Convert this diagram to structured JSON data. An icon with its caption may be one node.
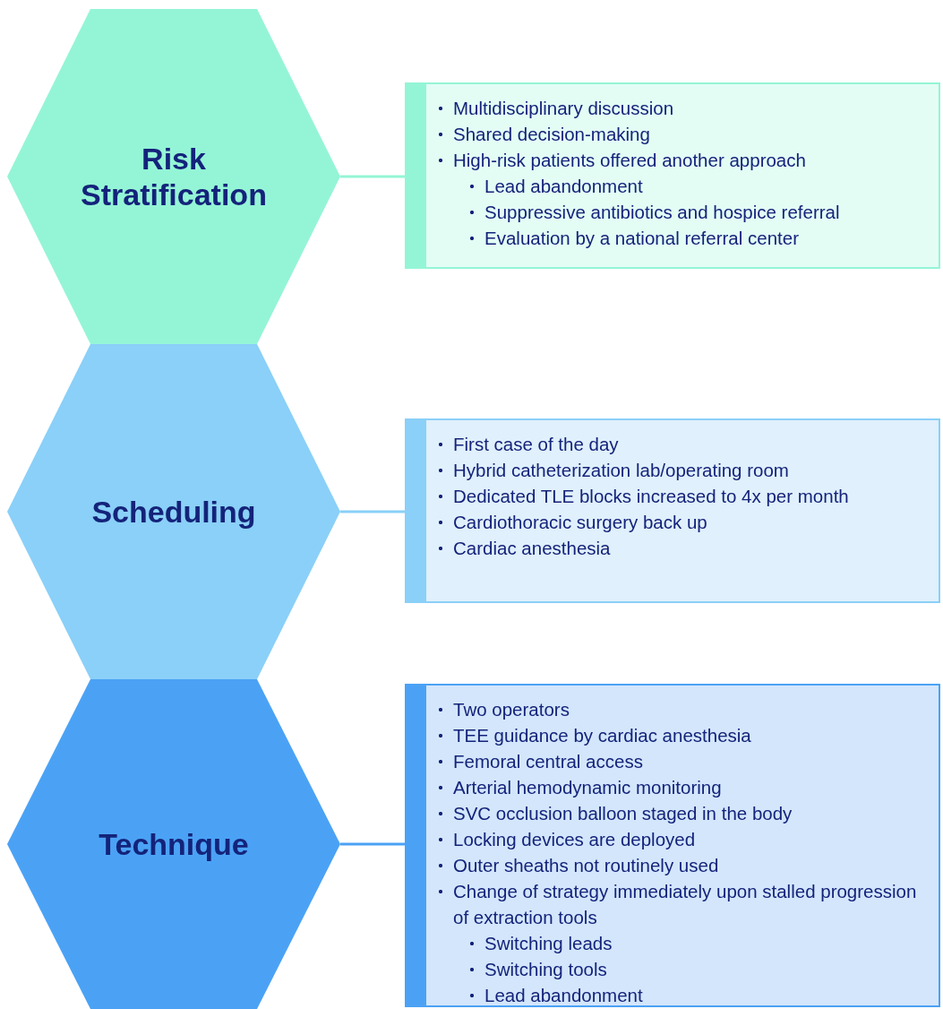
{
  "diagram": {
    "nodes": [
      {
        "text": [
          "Risk Stratification"
        ]
      },
      {
        "text": [
          "Multidisciplinary discussion",
          "Shared decision-making",
          "High-risk patients offered another approach",
          "Lead abandonment",
          "Suppressive antibiotics and hospice referral",
          "Evaluation by a national referral center"
        ]
      },
      {
        "text": [
          "Scheduling"
        ]
      },
      {
        "text": [
          "First case of the day",
          "Hybrid catheterization lab/operating room",
          "Dedicated TLE blocks increased to 4x per month",
          "Cardiothoracic surgery back up",
          "Cardiac anesthesia"
        ]
      },
      {
        "text": [
          "Technique"
        ]
      },
      {
        "text": [
          "Two operators",
          "TEE guidance by cardiac anesthesia",
          "Femoral central access",
          "Arterial hemodynamic monitoring",
          "SVC occlusion balloon staged in the body",
          "Locking devices are deployed",
          "Outer sheaths not routinely used",
          "Change of strategy immediately upon stalled progression of extraction tools",
          "Switching leads",
          "Switching tools",
          "Lead abandonment"
        ]
      }
    ],
    "edges": [
      {
        "from": 0,
        "to": 1,
        "arrow": "none",
        "color": "#94f5d6"
      },
      {
        "from": 2,
        "to": 3,
        "arrow": "none",
        "color": "#8ad0f8"
      },
      {
        "from": 4,
        "to": 5,
        "arrow": "none",
        "color": "#4ba2f5"
      }
    ]
  }
}
